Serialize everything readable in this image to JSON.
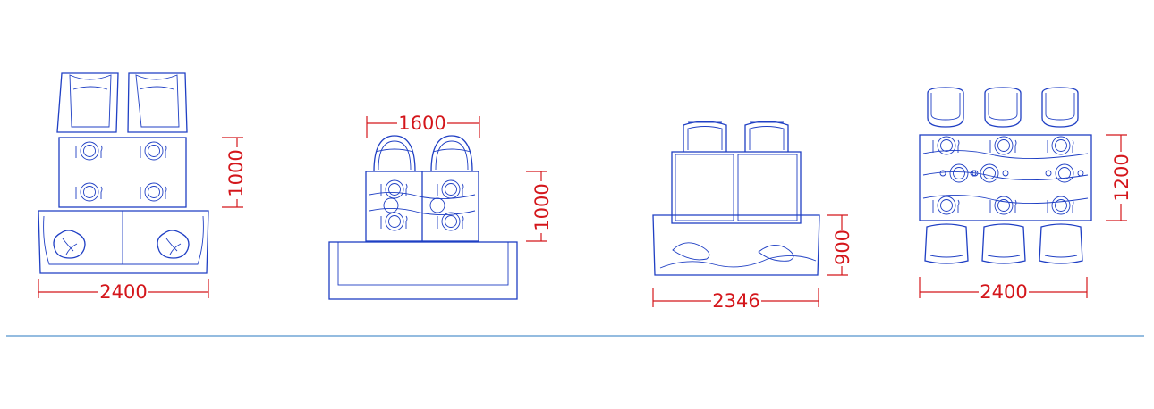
{
  "layouts": [
    {
      "name": "layout-1",
      "width_dim": "2400",
      "height_dim": "1000"
    },
    {
      "name": "layout-2",
      "width_dim": "1600",
      "height_dim": "1000"
    },
    {
      "name": "layout-3",
      "width_dim": "2346",
      "height_dim": "900"
    },
    {
      "name": "layout-4",
      "width_dim": "2400",
      "height_dim": "1200"
    }
  ],
  "colors": {
    "furniture": "#1f3fc4",
    "dimension": "#d4161b",
    "divider": "#2a79c0"
  }
}
